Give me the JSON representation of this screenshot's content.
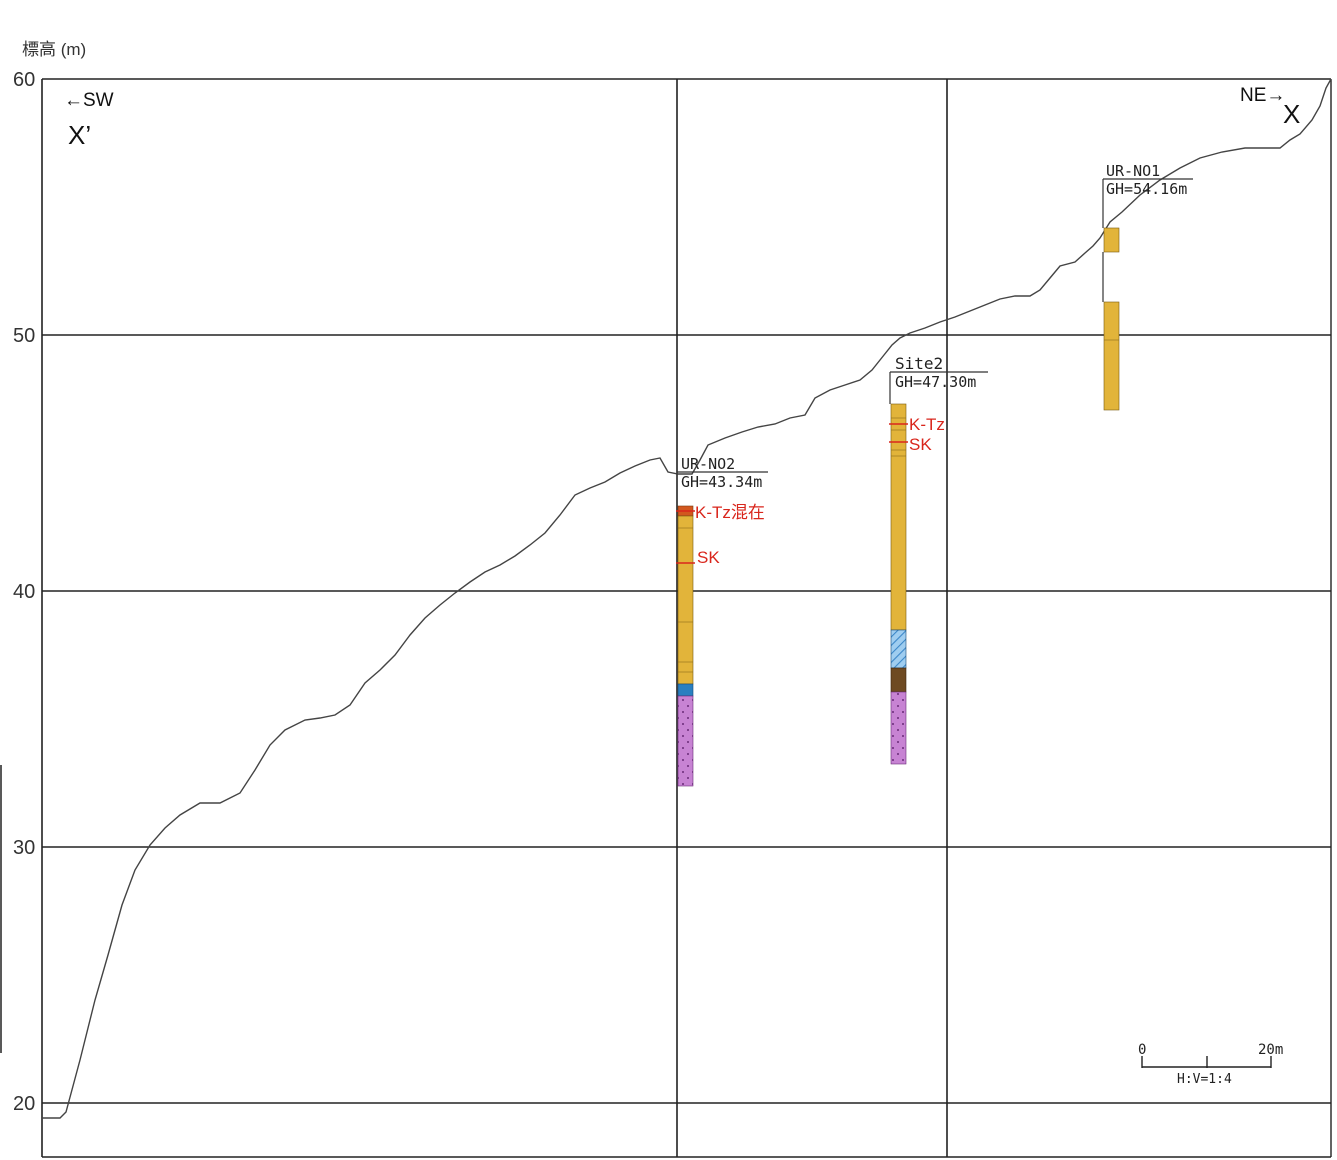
{
  "axis": {
    "ylabel": "標高 (m)",
    "ylim": [
      19.4,
      61.6
    ],
    "yticks": [
      "60",
      "50",
      "40",
      "30",
      "20"
    ]
  },
  "directions": {
    "left": "←SW",
    "left_label": "X’",
    "right": "NE→",
    "right_label": "X"
  },
  "boreholes": [
    {
      "name": "UR-NO2",
      "gh": "GH=43.34m",
      "top_elevation": 43.34,
      "bottom_elevation": 32.4,
      "annotations": [
        "K-Tz混在",
        "SK"
      ],
      "annotation_elevations": [
        43.0,
        41.0
      ]
    },
    {
      "name": "Site2",
      "gh": "GH=47.30m",
      "top_elevation": 47.3,
      "bottom_elevation": 33.2,
      "annotations": [
        "K-Tz",
        "SK"
      ],
      "annotation_elevations": [
        46.6,
        45.8
      ]
    },
    {
      "name": "UR-NO1",
      "gh": "GH=54.16m",
      "top_elevation": 54.16,
      "bottom_elevation": 47.0,
      "annotations": [],
      "annotation_elevations": []
    }
  ],
  "scale_bar": {
    "start": "0",
    "end": "20m",
    "ratio": "H:V=1:4"
  },
  "colors": {
    "grid": "#222222",
    "ground_line": "#444444",
    "annotation": "#d9261c",
    "yellow": "#e2b43a",
    "orange": "#d2581e",
    "blue": "#2a7fc0",
    "hatch_blue": "#6fb3e6",
    "brown": "#6e4a22",
    "purple": "#c47ed0"
  }
}
